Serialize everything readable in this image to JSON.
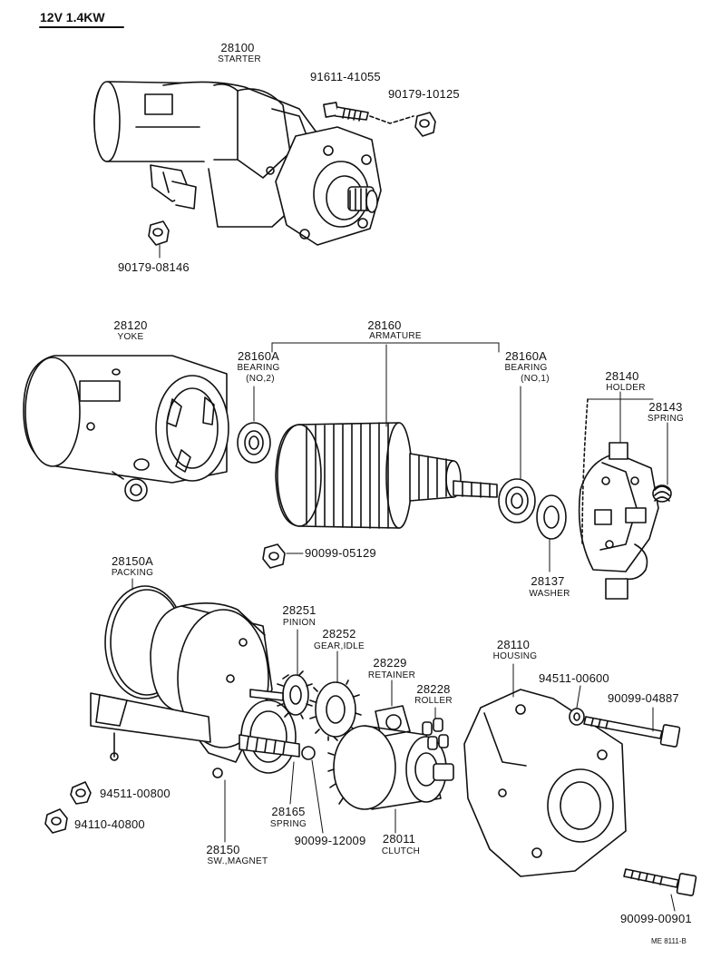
{
  "header": {
    "spec": "12V  1.4KW"
  },
  "footer": {
    "ref": "ME 8111-B"
  },
  "parts": {
    "starter": {
      "num": "28100",
      "name": "STARTER"
    },
    "yoke": {
      "num": "28120",
      "name": "YOKE"
    },
    "armature": {
      "num": "28160",
      "name": "ARMATURE"
    },
    "bearing2": {
      "num": "28160A",
      "name": "BEARING",
      "note": "(NO,2)"
    },
    "bearing1": {
      "num": "28160A",
      "name": "BEARING",
      "note": "(NO,1)"
    },
    "holder": {
      "num": "28140",
      "name": "HOLDER"
    },
    "spring_brush": {
      "num": "28143",
      "name": "SPRING"
    },
    "washer": {
      "num": "28137",
      "name": "WASHER"
    },
    "packing": {
      "num": "28150A",
      "name": "PACKING"
    },
    "pinion": {
      "num": "28251",
      "name": "PINION"
    },
    "gear_idle": {
      "num": "28252",
      "name": "GEAR,IDLE"
    },
    "retainer": {
      "num": "28229",
      "name": "RETAINER"
    },
    "roller": {
      "num": "28228",
      "name": "ROLLER"
    },
    "housing": {
      "num": "28110",
      "name": "HOUSING"
    },
    "spring_mag": {
      "num": "28165",
      "name": "SPRING"
    },
    "clutch": {
      "num": "28011",
      "name": "CLUTCH"
    },
    "sw_magnet": {
      "num": "28150",
      "name": "SW.,MAGNET"
    }
  },
  "hardware": {
    "bolt_top": "91611-41055",
    "nut_top": "90179-10125",
    "nut_left": "90179-08146",
    "nut_mid": "90099-05129",
    "washer_a": "94511-00600",
    "bolt_long": "90099-04887",
    "washer_b": "94511-00800",
    "nut_b": "94110-40800",
    "ball": "90099-12009",
    "bolt_bottom": "90099-00901"
  }
}
